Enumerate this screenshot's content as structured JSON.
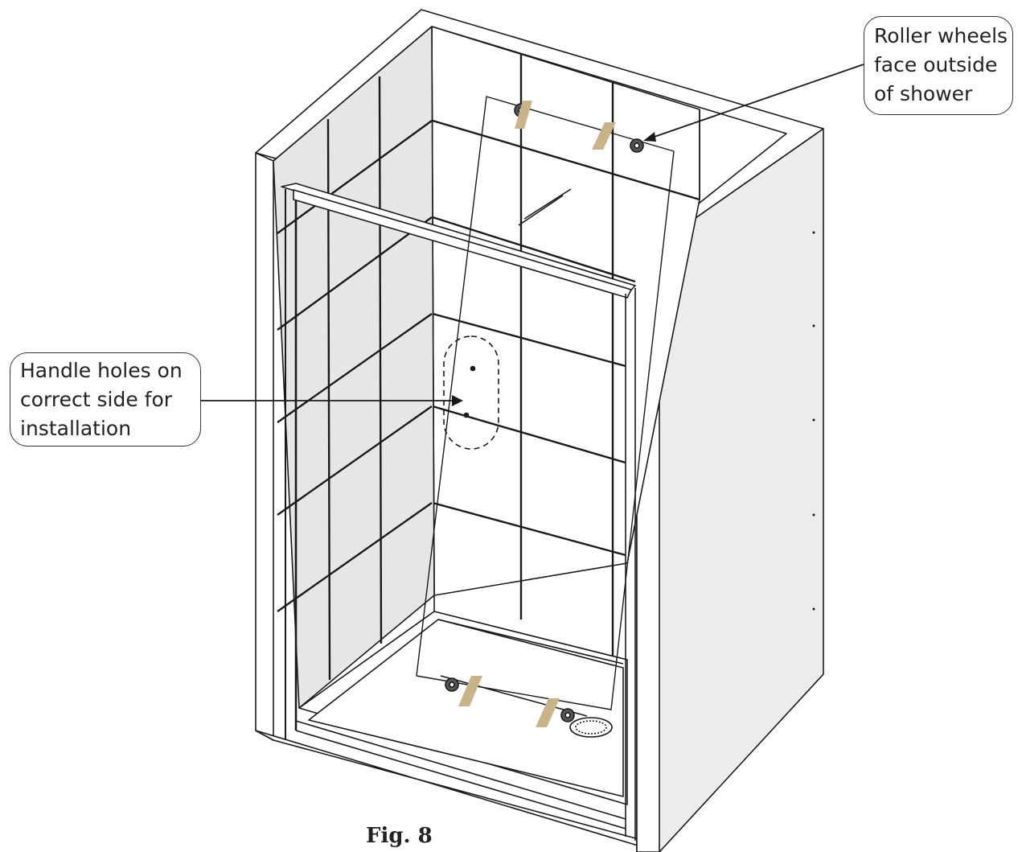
{
  "figure": {
    "caption": "Fig. 8"
  },
  "callouts": {
    "roller": {
      "lines": [
        "Roller wheels",
        "face outside",
        "of shower"
      ]
    },
    "handle": {
      "lines": [
        "Handle holes on",
        "correct side for",
        "installation"
      ]
    }
  },
  "colors": {
    "line": "#1a1a1a",
    "wall_shade": "#e6e6e6",
    "wall_shade_right": "#ececec",
    "tape": "#c9b48a",
    "background": "#ffffff"
  }
}
